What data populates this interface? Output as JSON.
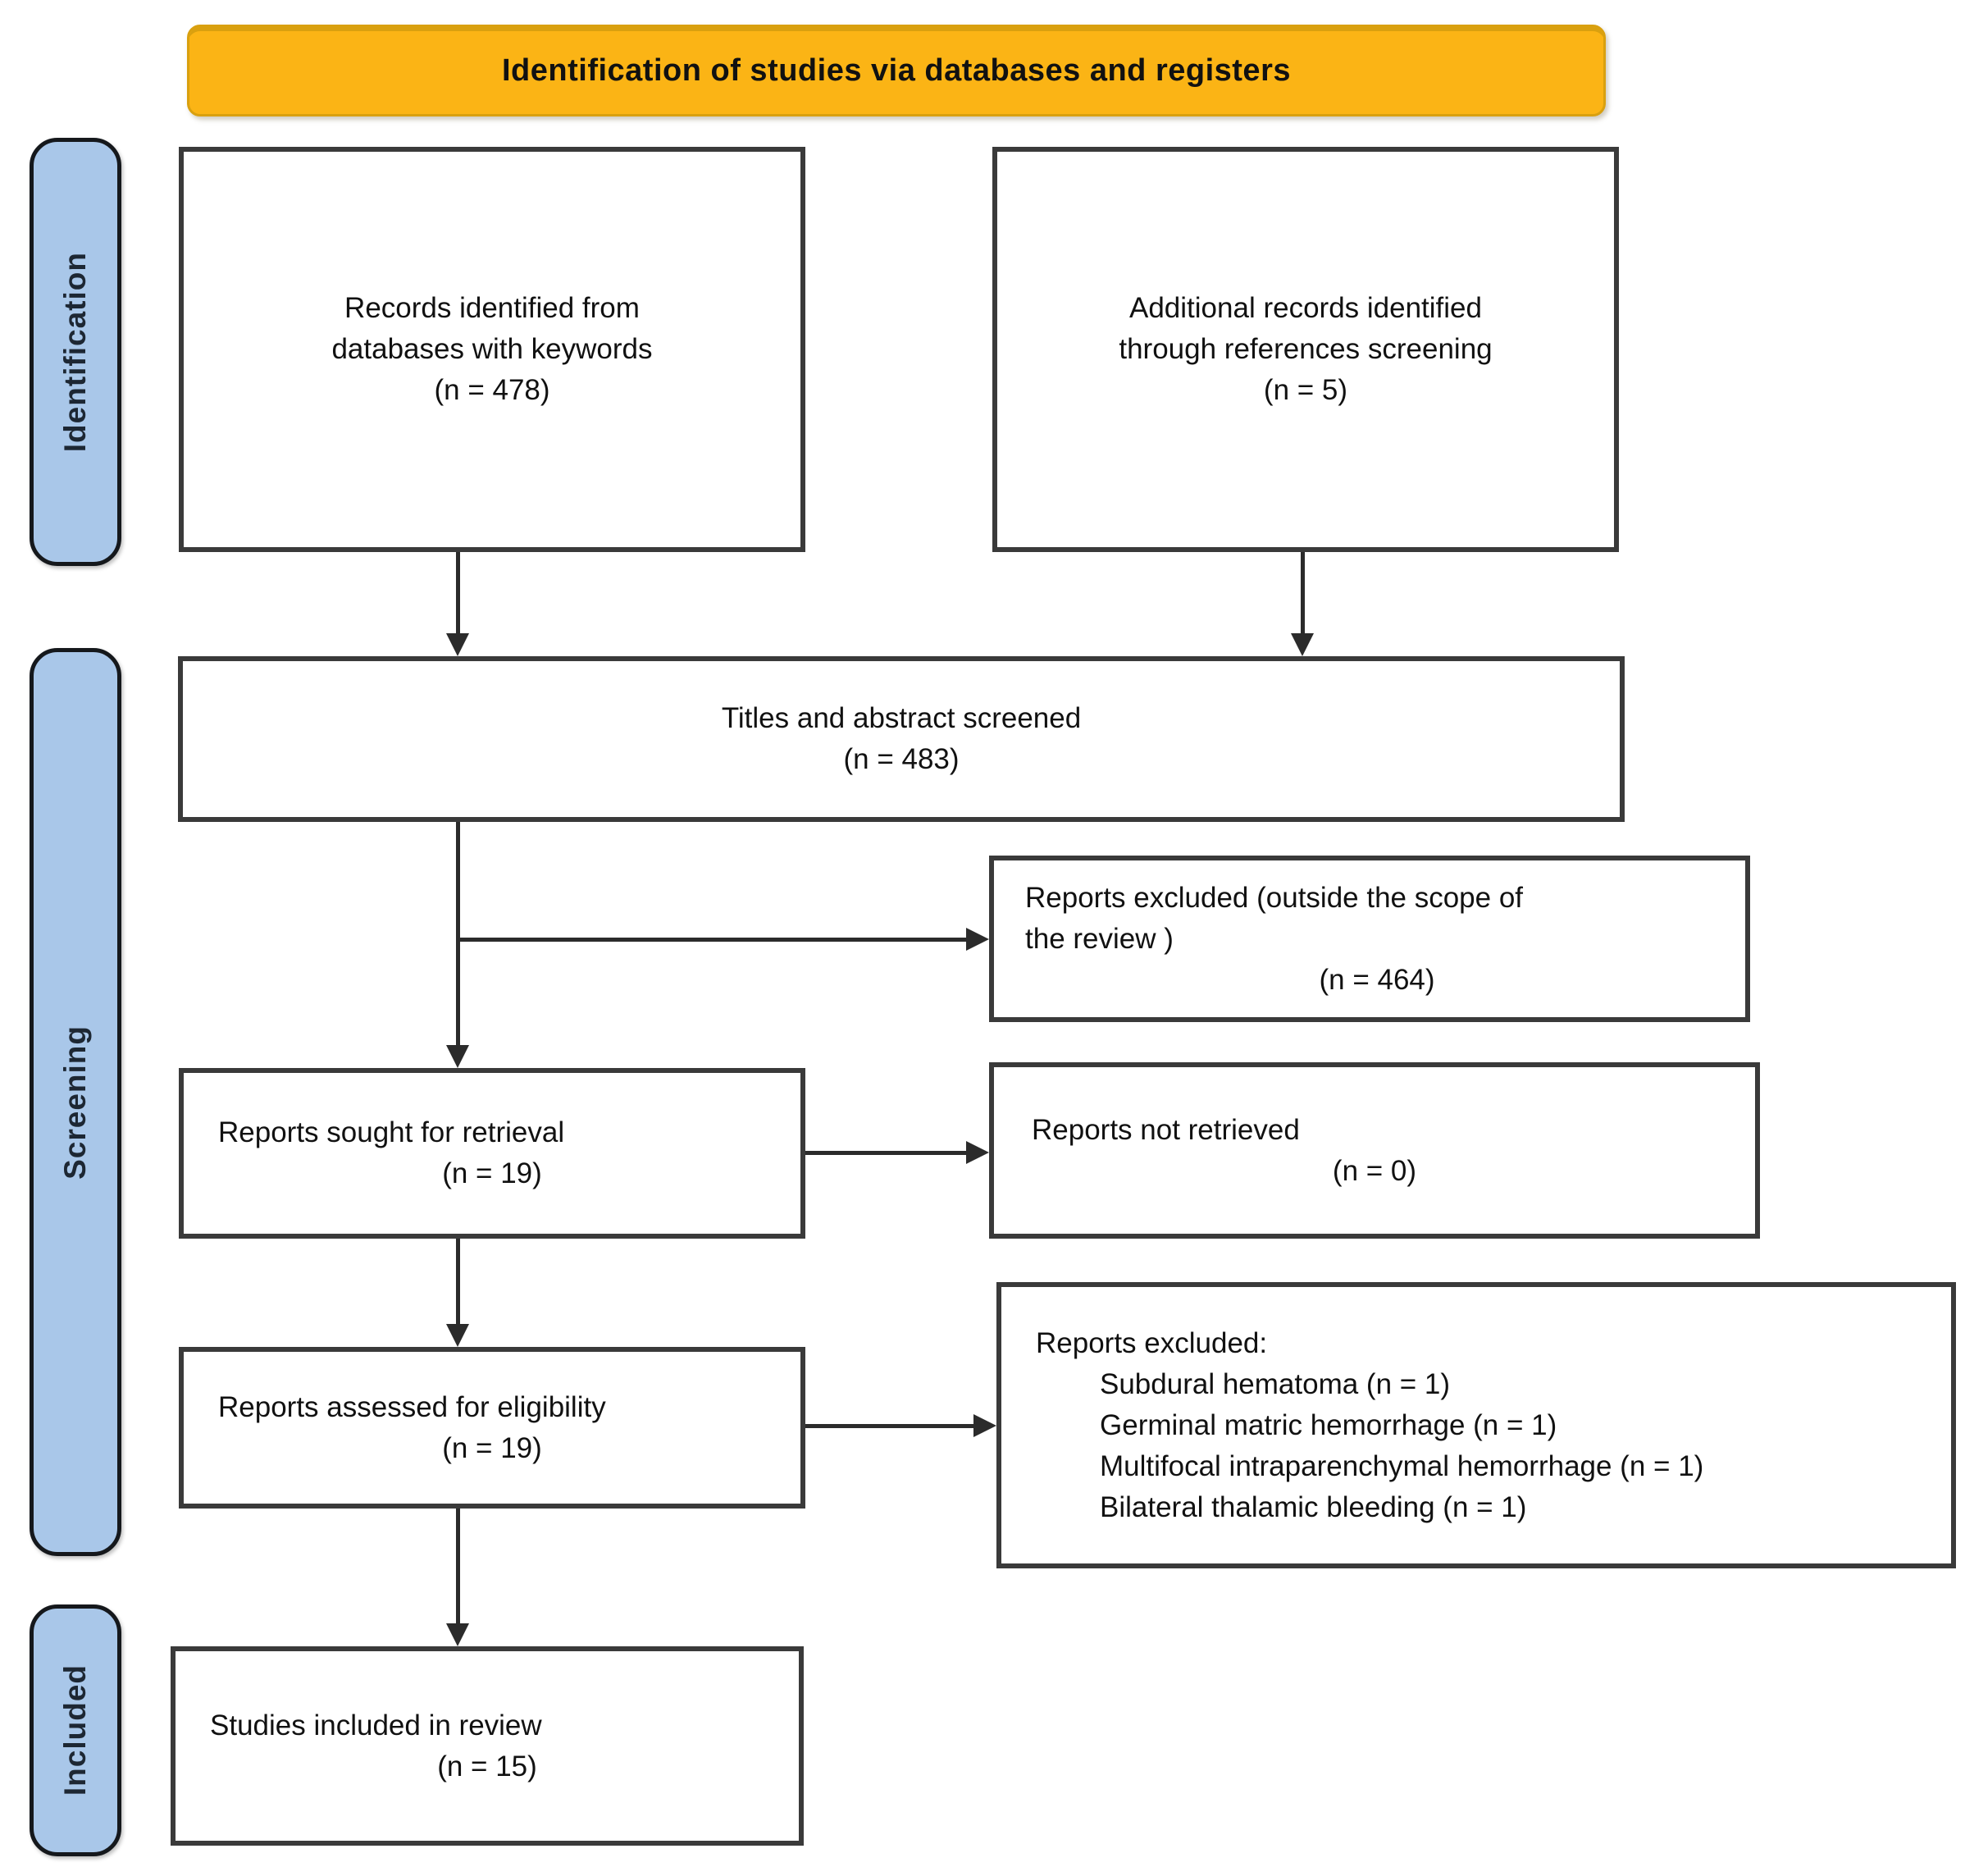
{
  "banner": {
    "title": "Identification of studies via databases and registers"
  },
  "stages": {
    "identification": "Identification",
    "screening": "Screening",
    "included": "Included"
  },
  "boxes": {
    "records": {
      "line1": "Records identified from",
      "line2": "databases with keywords",
      "n": "(n = 478)"
    },
    "additional": {
      "line1": "Additional records identified",
      "line2": "through references screening",
      "n": "(n = 5)"
    },
    "screened": {
      "line1": "Titles and abstract screened",
      "n": "(n = 483)"
    },
    "excluded_scope": {
      "line1": "Reports excluded (outside the scope of",
      "line2": "the review )",
      "n": "(n = 464)"
    },
    "sought": {
      "line1": "Reports sought for retrieval",
      "n": "(n = 19)"
    },
    "not_retrieved": {
      "line1": "Reports not retrieved",
      "n": "(n = 0)"
    },
    "assessed": {
      "line1": "Reports assessed for eligibility",
      "n": "(n = 19)"
    },
    "excluded_reasons": {
      "title": "Reports excluded:",
      "items": [
        "Subdural hematoma (n = 1)",
        "Germinal matric hemorrhage (n = 1)",
        "Multifocal intraparenchymal hemorrhage (n = 1)",
        "Bilateral thalamic bleeding (n = 1)"
      ]
    },
    "included_final": {
      "line1": "Studies included in review",
      "n": "(n = 15)"
    }
  },
  "colors": {
    "banner_bg": "#FBB415",
    "banner_border": "#D9A00F",
    "stage_bg": "#A9C7E9",
    "stage_border": "#15181c",
    "box_border": "#3a3a3a",
    "arrow": "#2b2b2b",
    "text": "#111111"
  }
}
